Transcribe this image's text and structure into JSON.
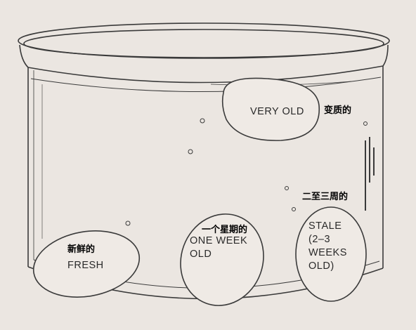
{
  "labels": {
    "fresh_cn": "新鲜的",
    "fresh_en": "FRESH",
    "one_week_cn": "一个星期的",
    "one_week_en": "ONE WEEK\nOLD",
    "stale_cn": "二至三周的",
    "stale_en": "STALE\n(2–3\nWEEKS\nOLD)",
    "very_old_cn": "变质的",
    "very_old_en": "VERY OLD"
  },
  "colors": {
    "background": "#ebe6e1",
    "ink": "#3a3a3a"
  }
}
